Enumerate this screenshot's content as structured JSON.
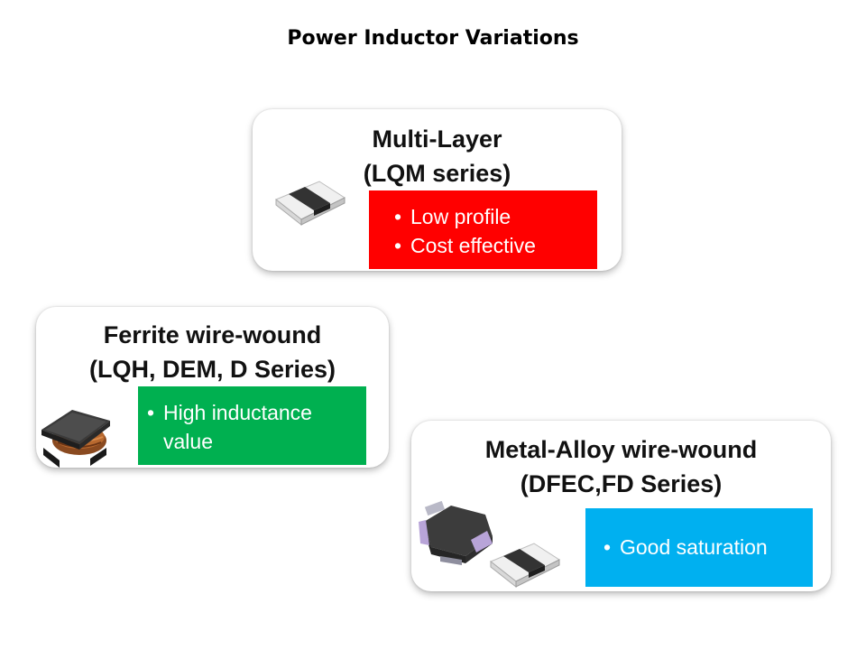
{
  "title": "Power Inductor Variations",
  "cards": {
    "multilayer": {
      "title_line1": "Multi-Layer",
      "title_line2": "(LQM series)",
      "features": [
        "Low profile",
        "Cost effective"
      ],
      "color": "#ff0000",
      "icon": "chip-inductor-icon"
    },
    "ferrite": {
      "title_line1": "Ferrite wire-wound",
      "title_line2": "(LQH, DEM, D Series)",
      "features": [
        "High inductance value"
      ],
      "color": "#00b050",
      "icon": "wirewound-inductor-icon"
    },
    "metal": {
      "title_line1": "Metal-Alloy wire-wound",
      "title_line2": "(DFEC,FD Series)",
      "features": [
        "Good saturation"
      ],
      "color": "#00b0f0",
      "icon": "metal-alloy-inductor-icon"
    }
  }
}
